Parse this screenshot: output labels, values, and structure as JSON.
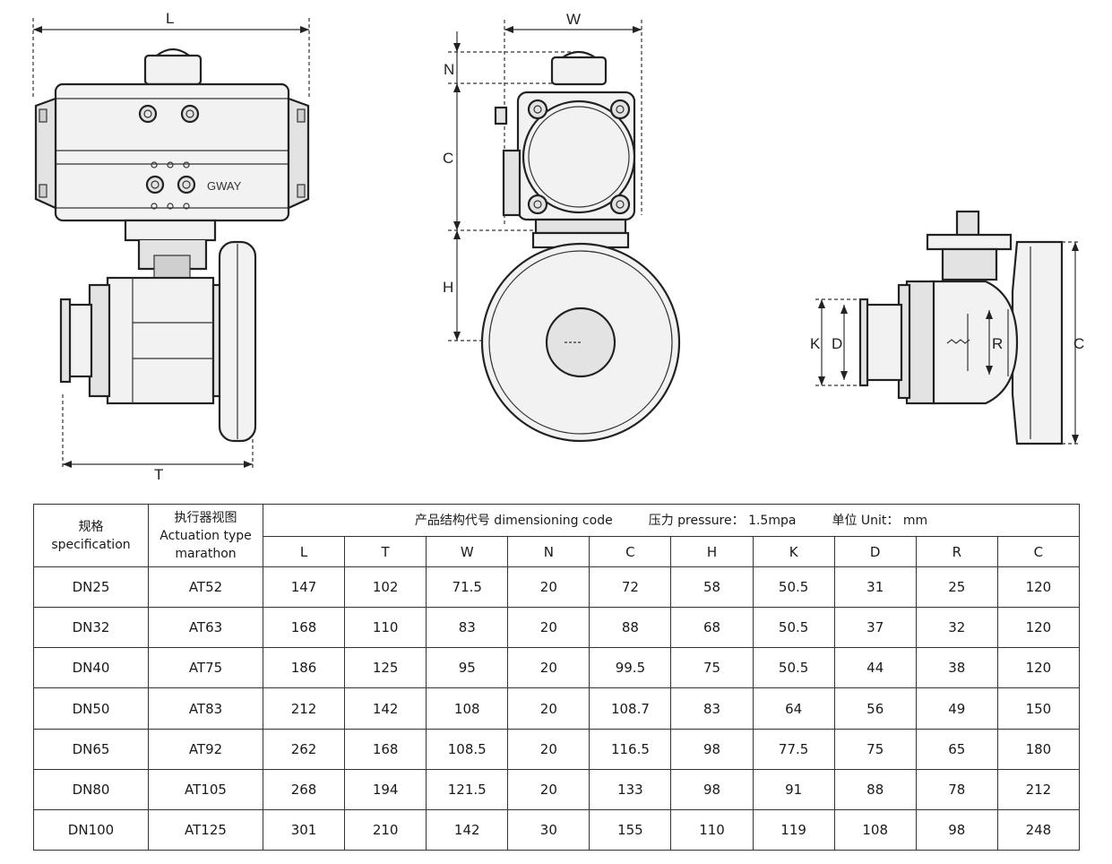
{
  "drawing": {
    "front_view": {
      "label_L": "L",
      "label_T": "T",
      "logo": "GWAY"
    },
    "side_view": {
      "label_W": "W",
      "label_N": "N",
      "label_C": "C",
      "label_H": "H"
    },
    "section_view": {
      "label_K": "K",
      "label_D": "D",
      "label_R": "R",
      "label_C": "C"
    }
  },
  "table": {
    "spec_header_cn": "规格",
    "spec_header_en": "specification",
    "actuator_header_cn": "执行器视图",
    "actuator_header_en": "Actuation type marathon",
    "dimension_title": "产品结构代号 dimensioning code",
    "pressure": "压力 pressure： 1.5mpa",
    "unit": "单位 Unit： mm",
    "columns": [
      "L",
      "T",
      "W",
      "N",
      "C",
      "H",
      "K",
      "D",
      "R",
      "C"
    ],
    "rows": [
      {
        "spec": "DN25",
        "actuator": "AT52",
        "values": [
          "147",
          "102",
          "71.5",
          "20",
          "72",
          "58",
          "50.5",
          "31",
          "25",
          "120"
        ]
      },
      {
        "spec": "DN32",
        "actuator": "AT63",
        "values": [
          "168",
          "110",
          "83",
          "20",
          "88",
          "68",
          "50.5",
          "37",
          "32",
          "120"
        ]
      },
      {
        "spec": "DN40",
        "actuator": "AT75",
        "values": [
          "186",
          "125",
          "95",
          "20",
          "99.5",
          "75",
          "50.5",
          "44",
          "38",
          "120"
        ]
      },
      {
        "spec": "DN50",
        "actuator": "AT83",
        "values": [
          "212",
          "142",
          "108",
          "20",
          "108.7",
          "83",
          "64",
          "56",
          "49",
          "150"
        ]
      },
      {
        "spec": "DN65",
        "actuator": "AT92",
        "values": [
          "262",
          "168",
          "108.5",
          "20",
          "116.5",
          "98",
          "77.5",
          "75",
          "65",
          "180"
        ]
      },
      {
        "spec": "DN80",
        "actuator": "AT105",
        "values": [
          "268",
          "194",
          "121.5",
          "20",
          "133",
          "98",
          "91",
          "88",
          "78",
          "212"
        ]
      },
      {
        "spec": "DN100",
        "actuator": "AT125",
        "values": [
          "301",
          "210",
          "142",
          "30",
          "155",
          "110",
          "119",
          "108",
          "98",
          "248"
        ]
      }
    ]
  }
}
